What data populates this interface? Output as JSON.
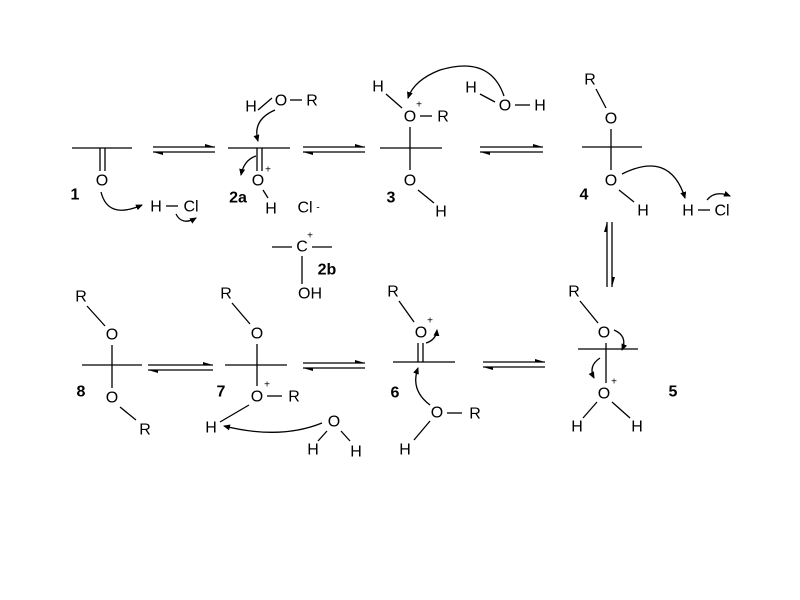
{
  "compounds": {
    "c1": "1",
    "c2a": "2a",
    "c2b": "2b",
    "c3": "3",
    "c4": "4",
    "c5": "5",
    "c6": "6",
    "c7": "7",
    "c8": "8"
  },
  "atoms": {
    "H": "H",
    "O": "O",
    "R": "R",
    "Cl": "Cl",
    "C": "C",
    "OH": "OH",
    "plus": "+",
    "minus": "-"
  }
}
